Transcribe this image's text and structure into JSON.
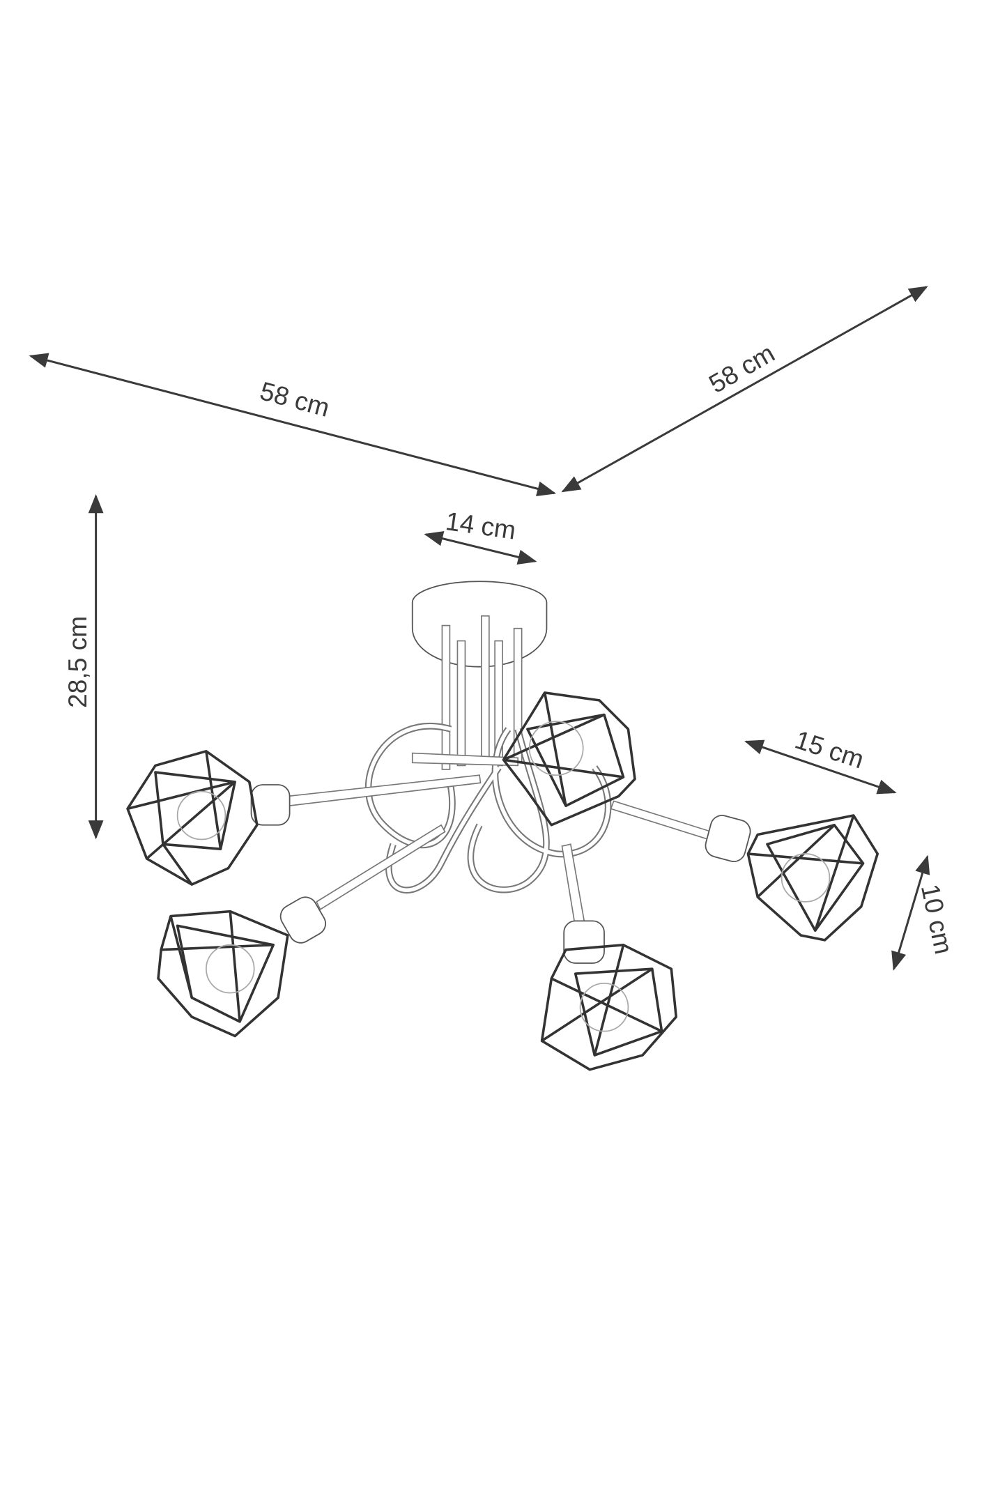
{
  "title": "Ceiling lamp dimension drawing",
  "dimensions": {
    "width_left": "58 cm",
    "width_right": "58 cm",
    "height": "28,5 cm",
    "canopy_diameter": "14 cm",
    "shade_length": "15 cm",
    "shade_diameter": "10 cm"
  },
  "colors": {
    "line": "#3a3a3a",
    "background": "#ffffff"
  }
}
